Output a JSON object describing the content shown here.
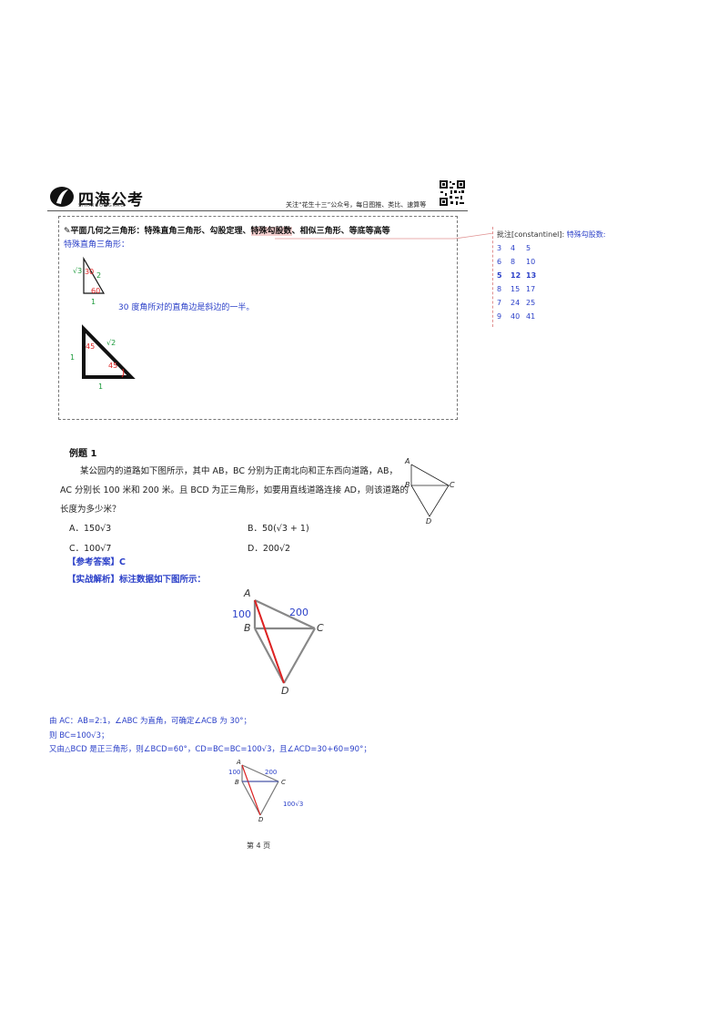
{
  "header": {
    "logo_title": "四海公考",
    "logo_sub": "SIHAIGONGKAO",
    "note": "关注“花生十三”公众号，每日图推、类比、速算等"
  },
  "box": {
    "title_prefix": "✎平面几何之三角形：特殊直角三角形、勾股定理、",
    "title_hl": "特殊勾股数",
    "title_suffix": "、相似三角形、等底等高等",
    "subtitle": "特殊直角三角形：",
    "tri1": {
      "side_sqrt": "√3",
      "side_hyp": "2",
      "angle30": "30",
      "angle60": "60",
      "side_one": "1"
    },
    "tri1_note": "30 度角所对的直角边是斜边的一半。",
    "tri2": {
      "angle_top": "45",
      "hyp": "√2",
      "angle_right": "45",
      "left": "1",
      "bottom": "1"
    }
  },
  "comment": {
    "label": "批注[constantinel]:",
    "title": "特殊勾股数:",
    "rows": [
      [
        "3",
        "4",
        "5"
      ],
      [
        "6",
        "8",
        "10"
      ],
      [
        "5",
        "12",
        "13"
      ],
      [
        "8",
        "15",
        "17"
      ],
      [
        "7",
        "24",
        "25"
      ],
      [
        "9",
        "40",
        "41"
      ]
    ]
  },
  "example": {
    "heading": "例题 1",
    "line1": "某公园内的道路如下图所示，其中 AB，BC 分别为正南北向和正东西向道路，AB，",
    "line2": "AC 分别长 100 米和 200 米。且 BCD 为正三角形，如要用直线道路连接 AD，则该道路的",
    "line3": "长度为多少米？",
    "options": {
      "A": "A．150√3",
      "B": "B．50(√3 + 1)",
      "C": "C．100√7",
      "D": "D．200√2"
    },
    "fig_labels": {
      "A": "A",
      "B": "B",
      "C": "C",
      "D": "D"
    }
  },
  "answer": {
    "label": "【参考答案】C"
  },
  "analysis": {
    "label": "【实战解析】标注数据如下图所示：",
    "fig": {
      "A": "A",
      "B": "B",
      "C": "C",
      "D": "D",
      "ab": "100",
      "ac": "200"
    },
    "line1": "由 AC：AB=2:1，∠ABC 为直角，可确定∠ACB 为 30°；",
    "line2": "则 BC=100√3；",
    "line3": "又由△BCD 是正三角形，则∠BCD=60°，CD=BC=BC=100√3，且∠ACD=30+60=90°；",
    "fig2": {
      "A": "A",
      "B": "B",
      "C": "C",
      "D": "D",
      "ab": "100",
      "ac": "200",
      "cd": "100√3"
    }
  },
  "footer": {
    "page": "第 4 页"
  }
}
